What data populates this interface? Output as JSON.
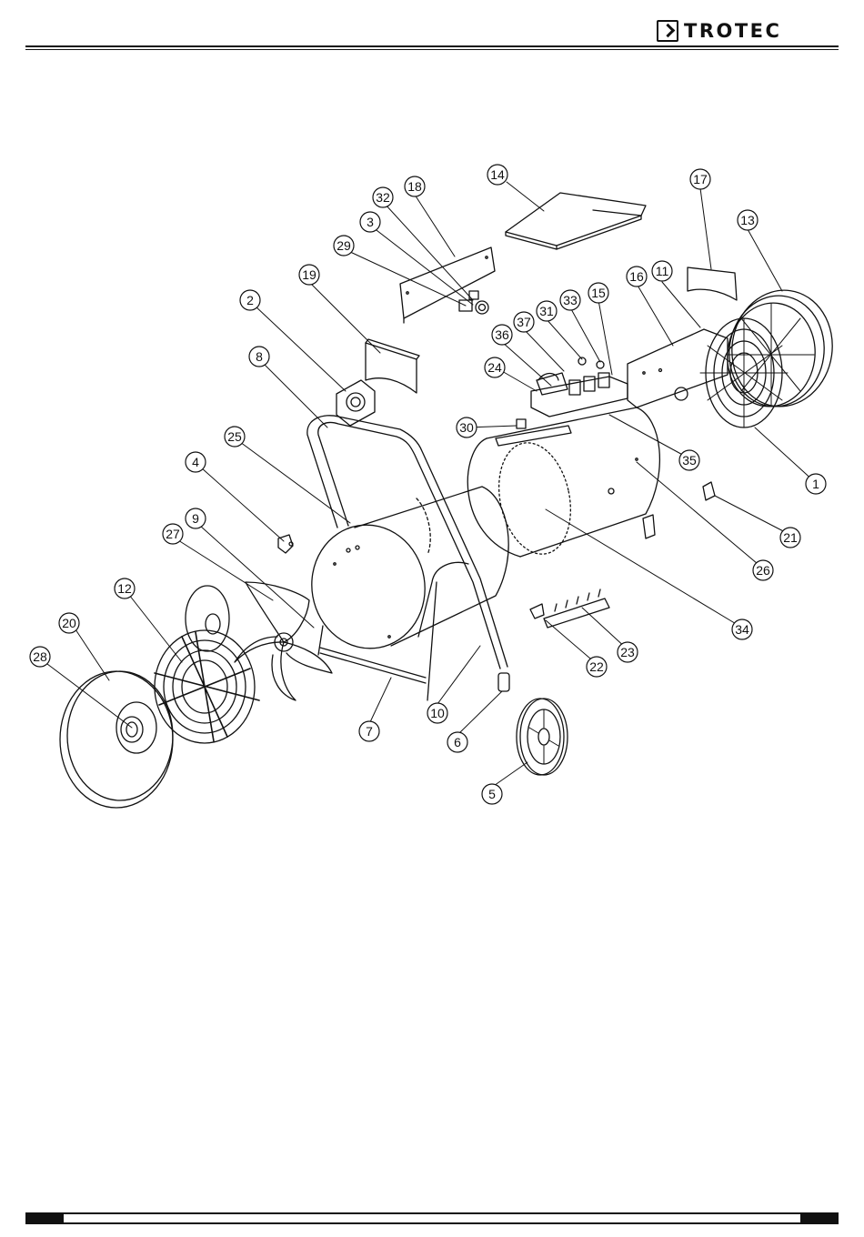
{
  "header": {
    "brand": "TROTEC",
    "logo_icon": "trotec-chevron-logo-icon"
  },
  "diagram": {
    "callouts": [
      {
        "id": "c1",
        "label": "1"
      },
      {
        "id": "c2",
        "label": "2"
      },
      {
        "id": "c3",
        "label": "3"
      },
      {
        "id": "c4",
        "label": "4"
      },
      {
        "id": "c5",
        "label": "5"
      },
      {
        "id": "c6",
        "label": "6"
      },
      {
        "id": "c7",
        "label": "7"
      },
      {
        "id": "c8",
        "label": "8"
      },
      {
        "id": "c9",
        "label": "9"
      },
      {
        "id": "c10",
        "label": "10"
      },
      {
        "id": "c11",
        "label": "11"
      },
      {
        "id": "c12",
        "label": "12"
      },
      {
        "id": "c13",
        "label": "13"
      },
      {
        "id": "c14",
        "label": "14"
      },
      {
        "id": "c15",
        "label": "15"
      },
      {
        "id": "c16",
        "label": "16"
      },
      {
        "id": "c17",
        "label": "17"
      },
      {
        "id": "c18",
        "label": "18"
      },
      {
        "id": "c19",
        "label": "19"
      },
      {
        "id": "c20",
        "label": "20"
      },
      {
        "id": "c21",
        "label": "21"
      },
      {
        "id": "c22",
        "label": "22"
      },
      {
        "id": "c23",
        "label": "23"
      },
      {
        "id": "c24",
        "label": "24"
      },
      {
        "id": "c25",
        "label": "25"
      },
      {
        "id": "c26",
        "label": "26"
      },
      {
        "id": "c27",
        "label": "27"
      },
      {
        "id": "c28",
        "label": "28"
      },
      {
        "id": "c29",
        "label": "29"
      },
      {
        "id": "c30",
        "label": "30"
      },
      {
        "id": "c31",
        "label": "31"
      },
      {
        "id": "c32",
        "label": "32"
      },
      {
        "id": "c33",
        "label": "33"
      },
      {
        "id": "c34",
        "label": "34"
      },
      {
        "id": "c35",
        "label": "35"
      },
      {
        "id": "c36",
        "label": "36"
      },
      {
        "id": "c37",
        "label": "37"
      }
    ]
  }
}
